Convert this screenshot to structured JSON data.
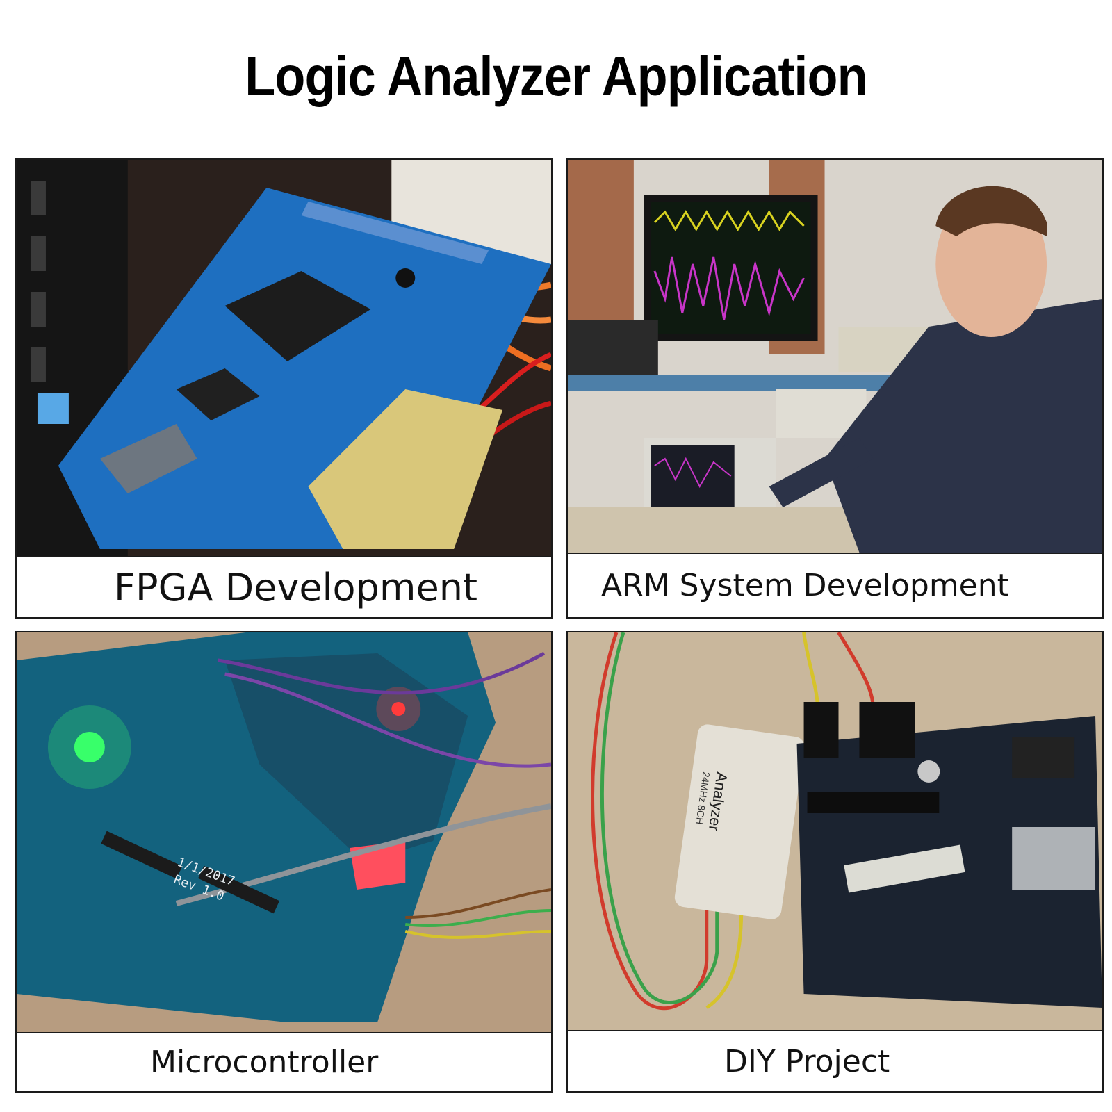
{
  "title": "Logic Analyzer Application",
  "panels": [
    {
      "caption": "FPGA Development",
      "photo": "fpga-board-photo"
    },
    {
      "caption": "ARM System Development",
      "photo": "lab-engineer-oscilloscope-photo"
    },
    {
      "caption": "Microcontroller",
      "photo": "microcontroller-board-photo"
    },
    {
      "caption": "DIY Project",
      "photo": "arduino-logic-analyzer-photo"
    }
  ],
  "photo_text": {
    "analyzer_label": "Analyzer",
    "analyzer_spec": "24MHz 8CH",
    "pcb_date": "1/1/2017",
    "pcb_rev": "Rev 1.0"
  },
  "colors": {
    "border": "#1a1a1a",
    "pcb_blue": "#1e6fc0",
    "pcb_teal": "#13627e",
    "arduino_dark": "#1b2330",
    "desk_wood": "#c9b79c"
  }
}
